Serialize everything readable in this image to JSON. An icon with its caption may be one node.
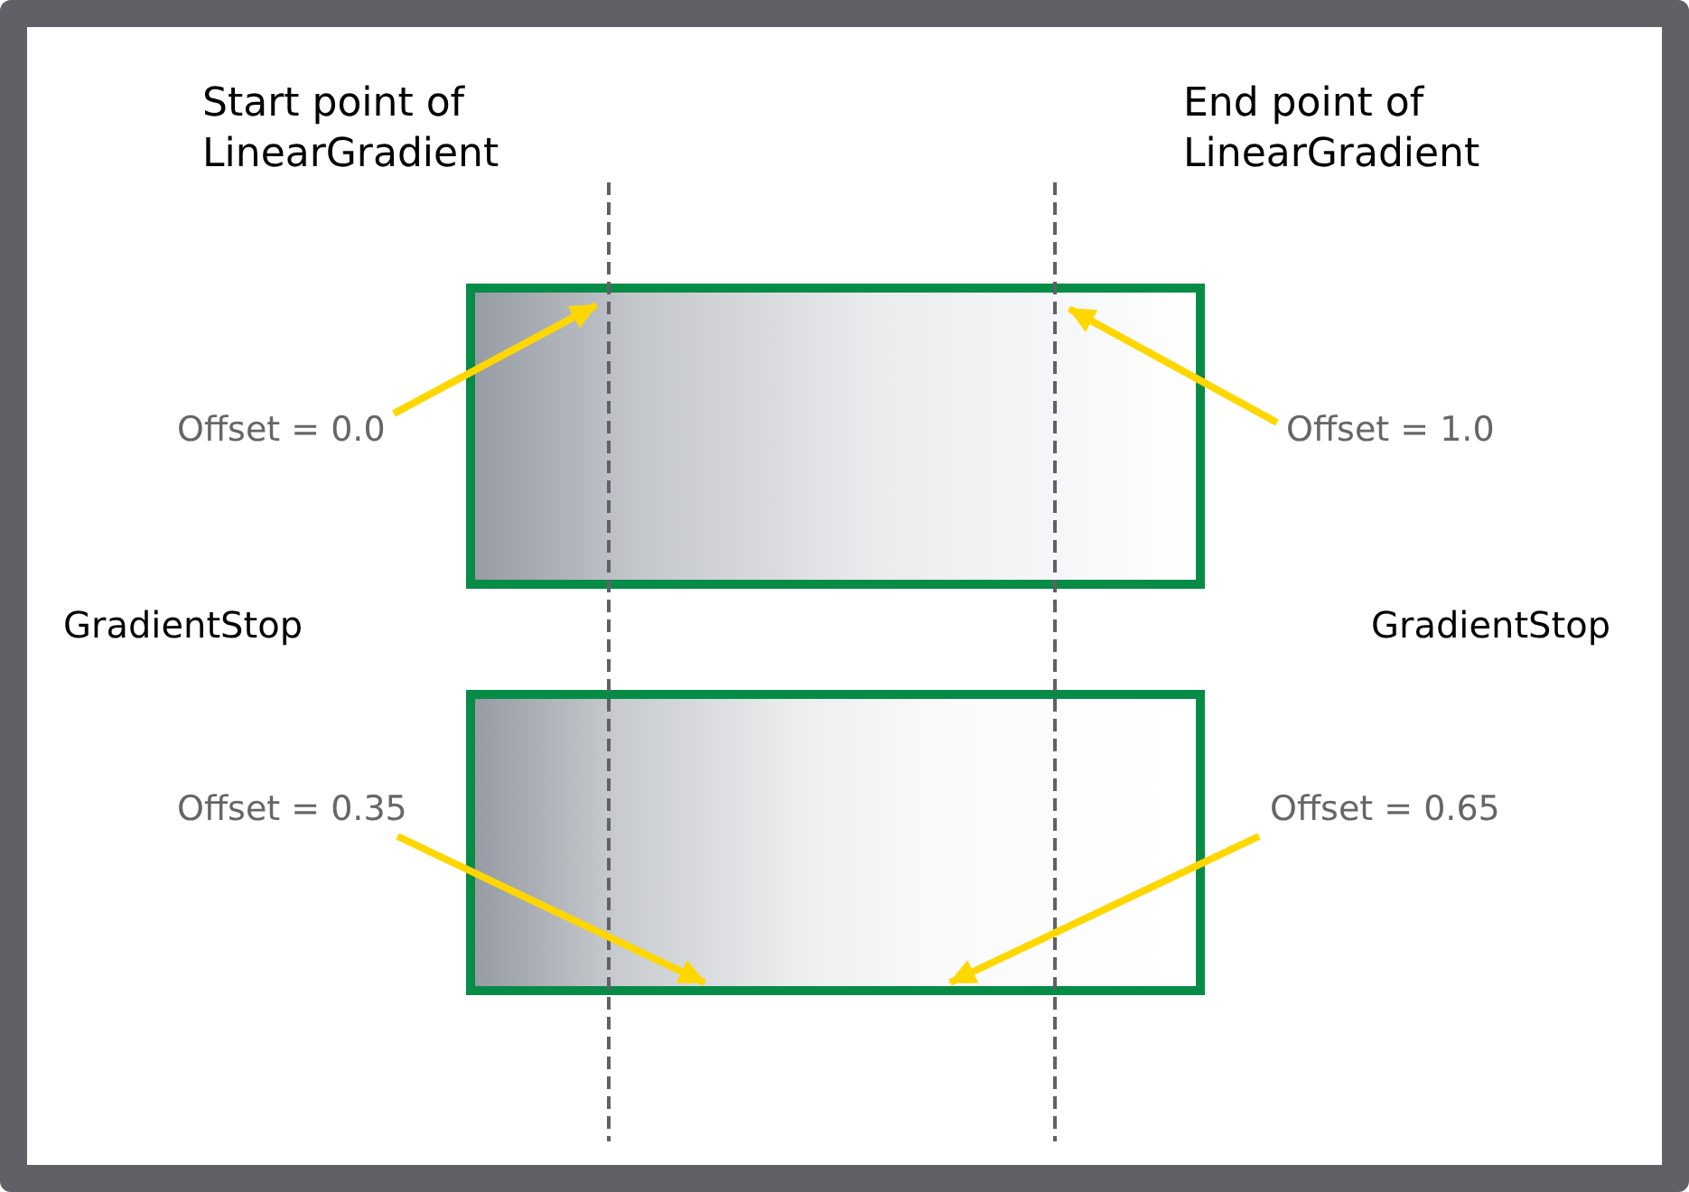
{
  "diagram": {
    "nodes": [
      {
        "text": [],
        "shape": "box"
      },
      {
        "text": [],
        "shape": "box"
      },
      {
        "text": [
          "Offset = 0.0"
        ]
      },
      {
        "text": [
          "Offset = 1.0"
        ]
      },
      {
        "text": [
          "Offset = 0.35"
        ]
      },
      {
        "text": [
          "Offset = 0.65"
        ]
      }
    ],
    "edges": [
      {
        "from": 2,
        "to": 0,
        "arrow": "to",
        "color": "#ffd700"
      },
      {
        "from": 3,
        "to": 0,
        "arrow": "to",
        "color": "#ffd700"
      },
      {
        "from": 4,
        "to": 1,
        "arrow": "to",
        "color": "#ffd700"
      },
      {
        "from": 5,
        "to": 1,
        "arrow": "to",
        "color": "#ffd700"
      }
    ],
    "labels": [
      "Start point of LinearGradient",
      "End point of LinearGradient",
      "GradientStop",
      "GradientStop"
    ]
  }
}
